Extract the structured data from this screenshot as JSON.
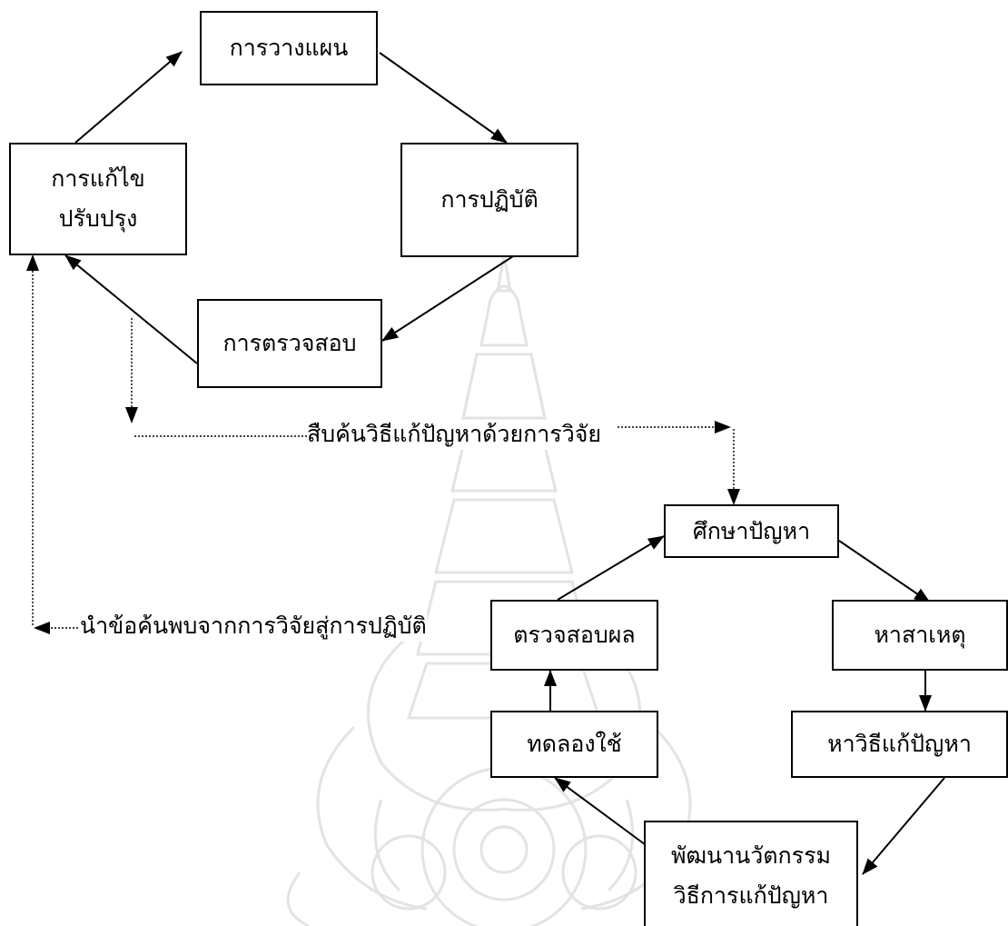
{
  "cycle": {
    "planning": "การวางแผน",
    "practice": "การปฏิบัติ",
    "checking": "การตรวจสอบ",
    "improve_line1": "การแก้ไข",
    "improve_line2": "ปรับปรุง"
  },
  "research_link": "สืบค้นวิธีแก้ปัญหาด้วยการวิจัย",
  "apply_link": "นำข้อค้นพบจากการวิจัยสู่การปฏิบัติ",
  "research": {
    "study": "ศึกษาปัญหา",
    "cause": "หาสาเหตุ",
    "method": "หาวิธีแก้ปัญหา",
    "innovation_line1": "พัฒนานวัตกรรม",
    "innovation_line2": "วิธีการแก้ปัญหา",
    "trial": "ทดลองใช้",
    "evaluate": "ตรวจสอบผล"
  },
  "colors": {
    "line": "#000000",
    "watermark": "#e3e3e3"
  }
}
